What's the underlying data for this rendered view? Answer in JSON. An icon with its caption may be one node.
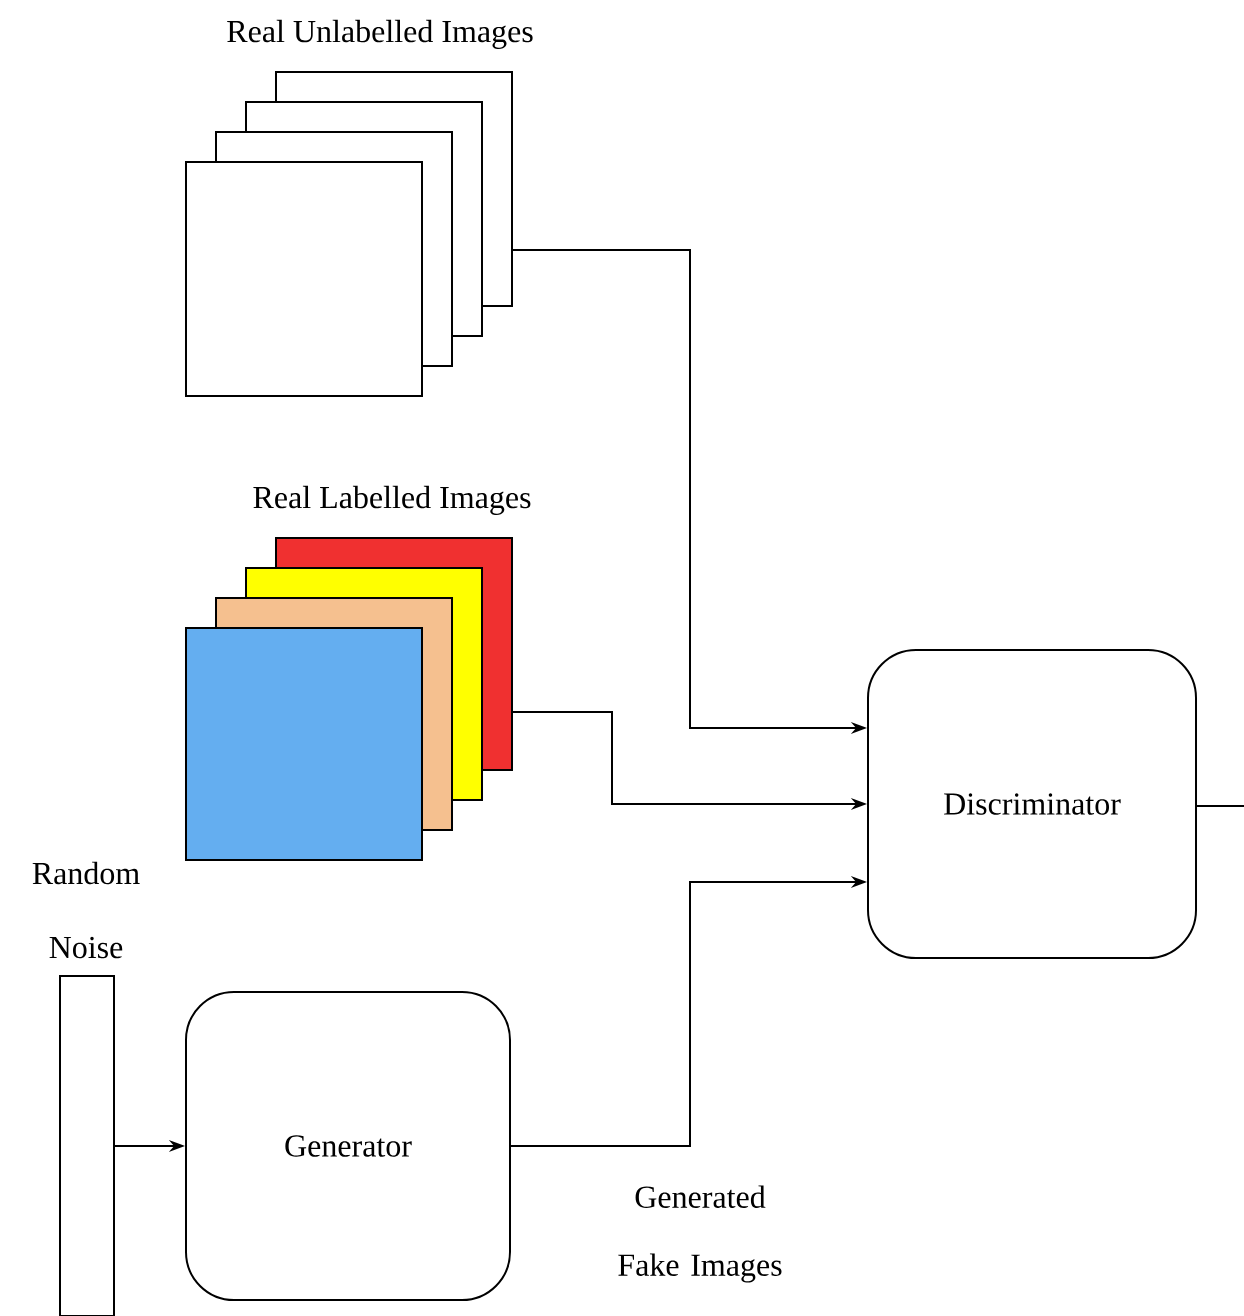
{
  "diagram": {
    "nodes": [
      {
        "text": [
          "Real Unlabelled Images"
        ]
      },
      {
        "text": [
          "Real Labelled Images"
        ]
      },
      {
        "text": [
          "Random Noise"
        ]
      },
      {
        "text": [
          "Generator"
        ]
      },
      {
        "text": [
          "Discriminator"
        ]
      }
    ],
    "edges": [
      {
        "from": 0,
        "to": 4,
        "arrow": "to"
      },
      {
        "from": 1,
        "to": 4,
        "arrow": "to"
      },
      {
        "from": 2,
        "to": 3,
        "arrow": "to"
      },
      {
        "from": 3,
        "to": 4,
        "arrow": "to",
        "label": "Generated Fake Images"
      },
      {
        "from": 4,
        "to": null,
        "arrow": "none"
      }
    ]
  }
}
